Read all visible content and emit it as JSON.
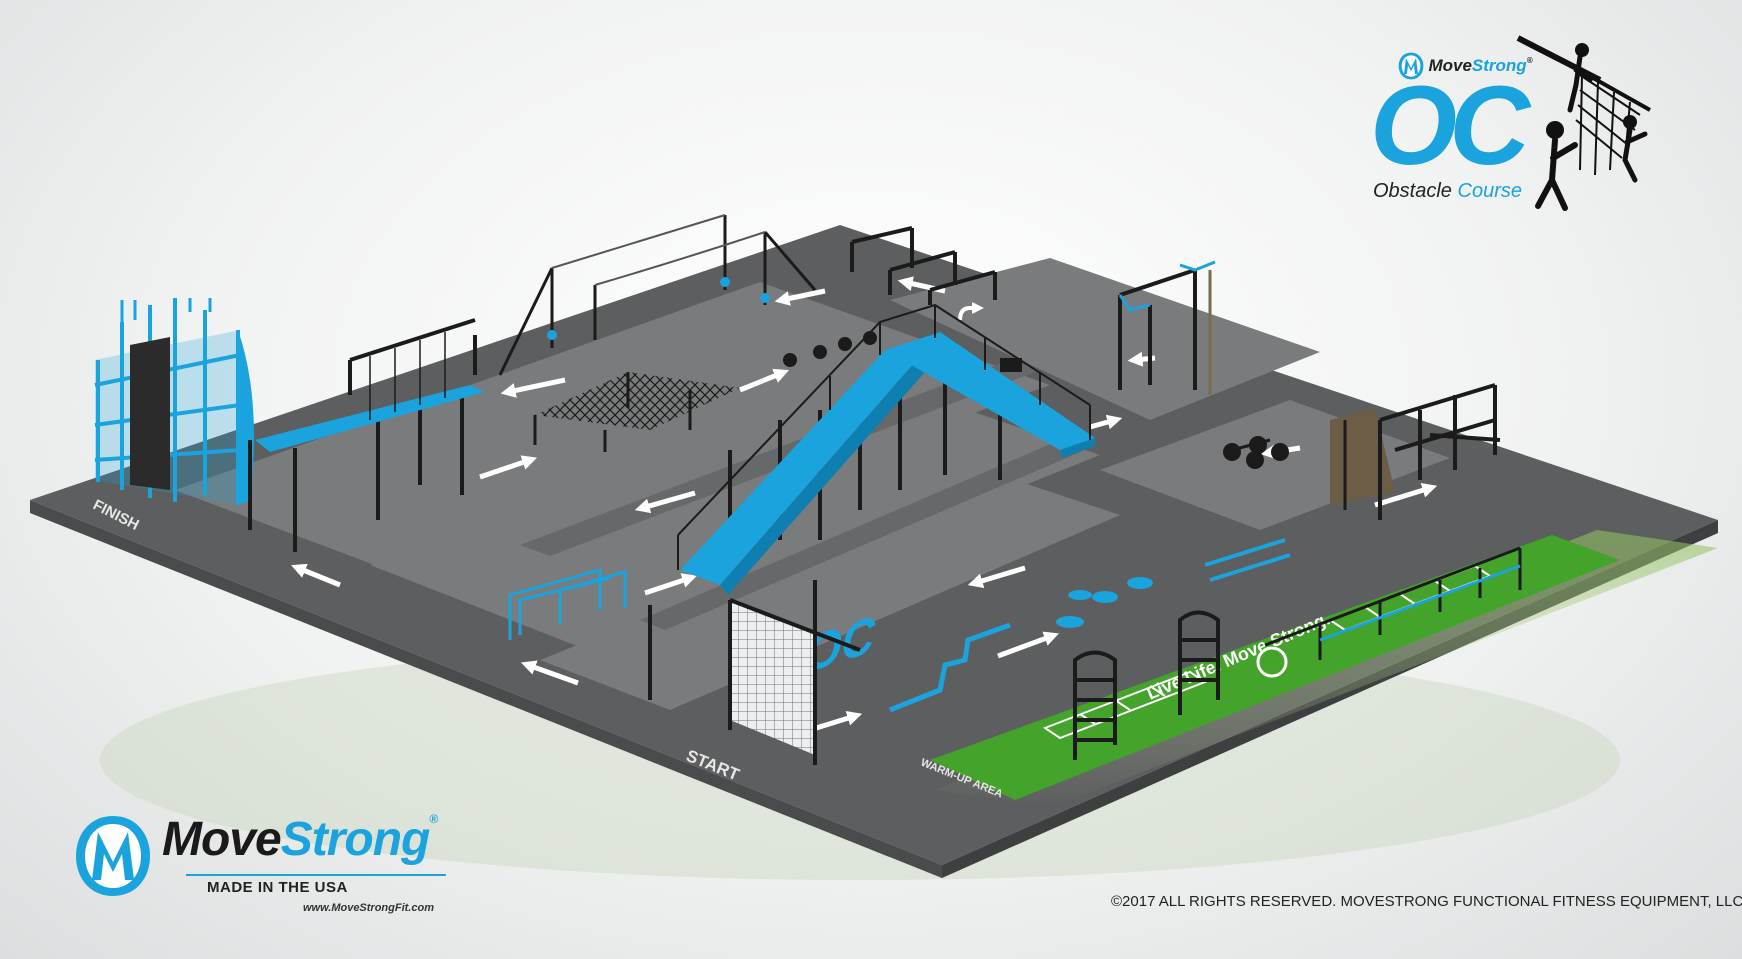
{
  "floor_labels": {
    "finish": "FINISH",
    "start": "START",
    "warm_up": "WARM-UP AREA"
  },
  "turf_text": "Live Life. Move Strong.",
  "course_badge": "OC",
  "brand": {
    "name_part1": "Move",
    "name_part2": "Strong",
    "registered": "®",
    "tagline": "MADE IN THE USA",
    "url": "www.MoveStrongFit.com"
  },
  "copyright": "©2017 ALL RIGHTS RESERVED. MOVESTRONG FUNCTIONAL FITNESS EQUIPMENT, LLC",
  "oc_logo": {
    "brand_part1": "Move",
    "brand_part2": "Strong",
    "registered": "®",
    "big_text": "OC",
    "subtitle_part1": "Obstacle",
    "subtitle_part2": "Course"
  },
  "colors": {
    "brand_blue": "#1aa3dc",
    "floor_dark": "#5b5c5d",
    "floor_lane": "#7b7c7d",
    "turf_green": "#43a32a",
    "steel_black": "#1b1b1b"
  },
  "icons": {
    "brand": "movestrong-m-icon",
    "course": "obstacle-course-climber-icon"
  }
}
